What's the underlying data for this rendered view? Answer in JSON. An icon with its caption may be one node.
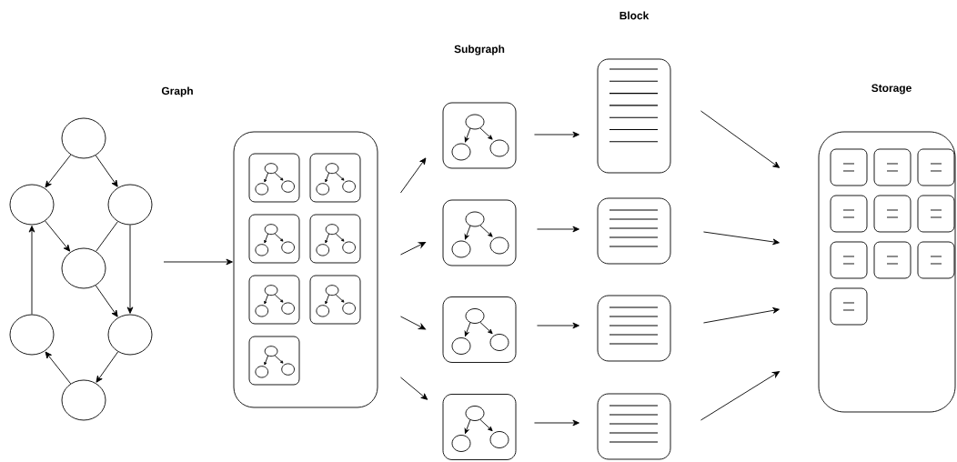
{
  "diagram": {
    "nodes": [
      {
        "text": [],
        "shape": "circle"
      },
      {
        "text": [],
        "shape": "circle"
      },
      {
        "text": [],
        "shape": "circle"
      },
      {
        "text": [],
        "shape": "circle"
      },
      {
        "text": [],
        "shape": "circle"
      },
      {
        "text": [],
        "shape": "circle"
      },
      {
        "text": [],
        "shape": "circle"
      },
      {
        "text": [],
        "shape": "box"
      },
      {
        "text": [],
        "shape": "box",
        "in": 7
      },
      {
        "text": [],
        "shape": "box",
        "in": 7
      },
      {
        "text": [],
        "shape": "box",
        "in": 7
      },
      {
        "text": [],
        "shape": "box",
        "in": 7
      },
      {
        "text": [],
        "shape": "box",
        "in": 7
      },
      {
        "text": [],
        "shape": "box",
        "in": 7
      },
      {
        "text": [],
        "shape": "box",
        "in": 7
      },
      {
        "text": [],
        "shape": "box"
      },
      {
        "text": [],
        "shape": "box"
      },
      {
        "text": [],
        "shape": "box"
      },
      {
        "text": [],
        "shape": "box"
      },
      {
        "text": [],
        "shape": "box"
      },
      {
        "text": [],
        "shape": "box"
      },
      {
        "text": [],
        "shape": "box"
      },
      {
        "text": [],
        "shape": "box"
      },
      {
        "text": [],
        "shape": "box"
      },
      {
        "text": [],
        "shape": "box",
        "in": 23
      },
      {
        "text": [],
        "shape": "box",
        "in": 23
      },
      {
        "text": [],
        "shape": "box",
        "in": 23
      },
      {
        "text": [],
        "shape": "box",
        "in": 23
      },
      {
        "text": [],
        "shape": "box",
        "in": 23
      },
      {
        "text": [],
        "shape": "box",
        "in": 23
      },
      {
        "text": [],
        "shape": "box",
        "in": 23
      },
      {
        "text": [],
        "shape": "box",
        "in": 23
      },
      {
        "text": [],
        "shape": "box",
        "in": 23
      },
      {
        "text": [],
        "shape": "box",
        "in": 23
      }
    ],
    "edges": [
      {
        "from": 0,
        "to": 1,
        "arrow": "to"
      },
      {
        "from": 0,
        "to": 2,
        "arrow": "to"
      },
      {
        "from": 1,
        "to": 3,
        "arrow": "to"
      },
      {
        "from": 2,
        "to": 3,
        "arrow": "none"
      },
      {
        "from": 2,
        "to": 5,
        "arrow": "to"
      },
      {
        "from": 3,
        "to": 5,
        "arrow": "to"
      },
      {
        "from": 5,
        "to": 6,
        "arrow": "to"
      },
      {
        "from": 6,
        "to": 4,
        "arrow": "to"
      },
      {
        "from": 4,
        "to": 1,
        "arrow": "to"
      },
      {
        "from": null,
        "to": 7,
        "arrow": "to"
      },
      {
        "from": 7,
        "to": 15,
        "arrow": "to"
      },
      {
        "from": 7,
        "to": 16,
        "arrow": "to"
      },
      {
        "from": 7,
        "to": 17,
        "arrow": "to"
      },
      {
        "from": 7,
        "to": 18,
        "arrow": "to"
      },
      {
        "from": 15,
        "to": 19,
        "arrow": "to"
      },
      {
        "from": 16,
        "to": 20,
        "arrow": "to"
      },
      {
        "from": 17,
        "to": 21,
        "arrow": "to"
      },
      {
        "from": 18,
        "to": 22,
        "arrow": "to"
      },
      {
        "from": 19,
        "to": 23,
        "arrow": "to"
      },
      {
        "from": 20,
        "to": 23,
        "arrow": "to"
      },
      {
        "from": 21,
        "to": 23,
        "arrow": "to"
      },
      {
        "from": 22,
        "to": 23,
        "arrow": "to"
      }
    ],
    "labels": [
      "Block",
      "Subgraph",
      "Graph",
      "Storage"
    ]
  }
}
